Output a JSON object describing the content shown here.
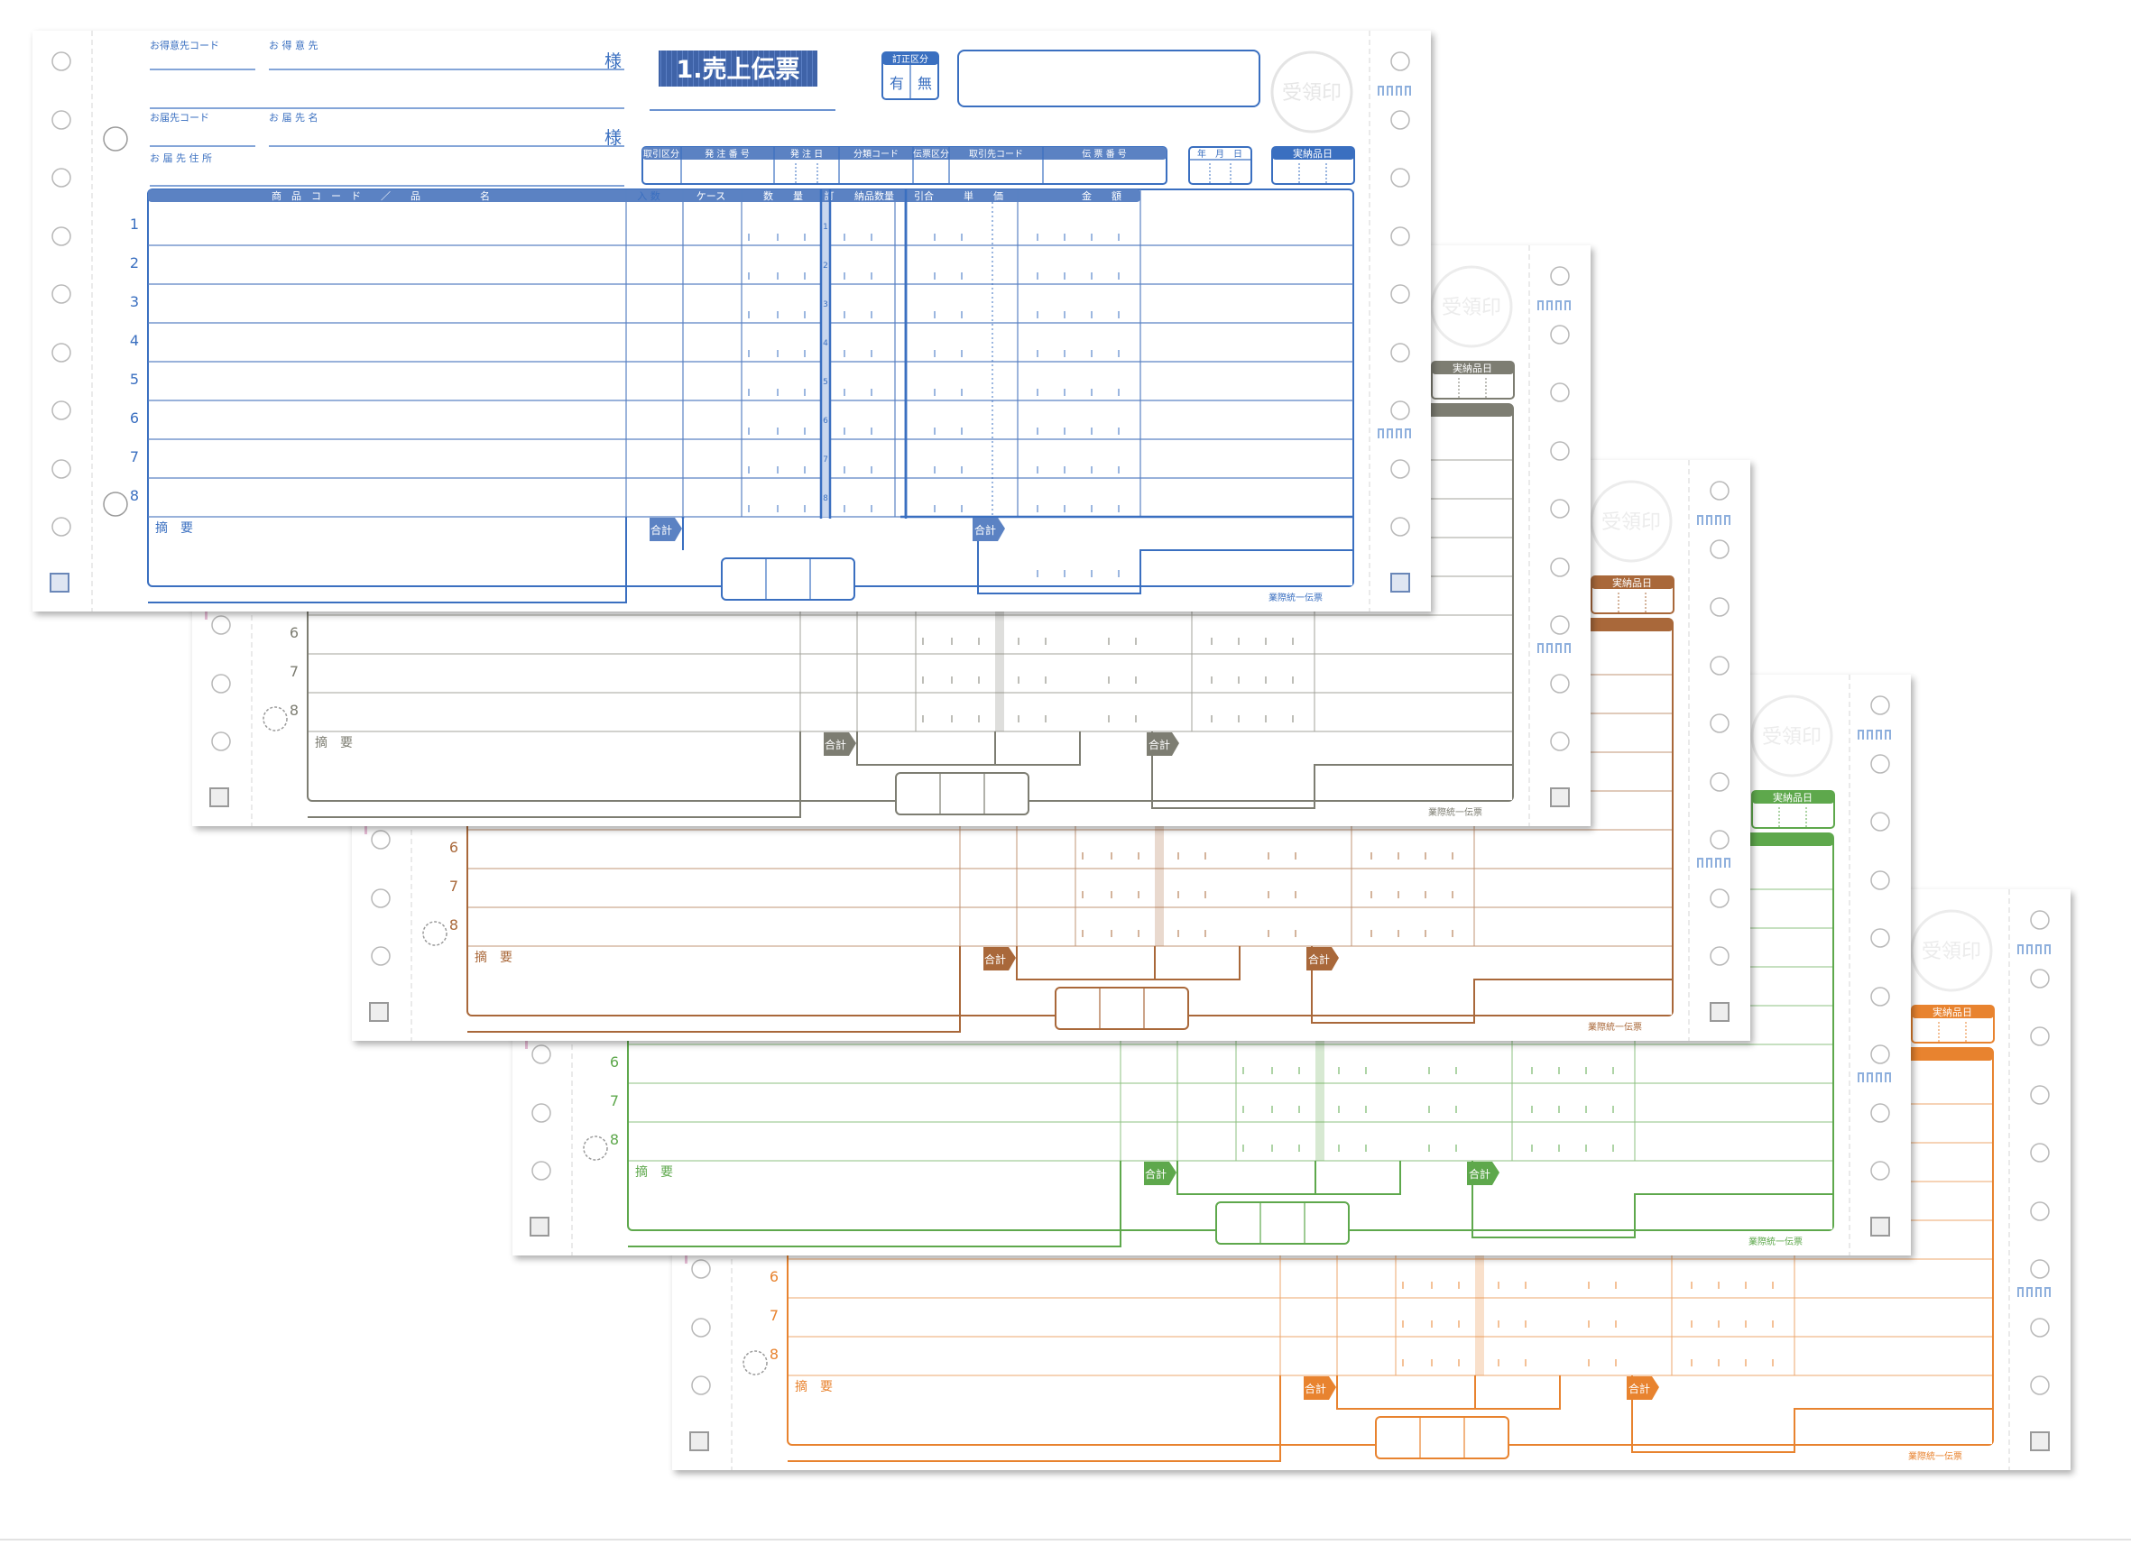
{
  "sheets": [
    {
      "id": "sheet-5",
      "color": "#e8832f",
      "stamp_label": "受領印",
      "delivery_date_label": "実納品日",
      "footer_label": "業際統一伝票",
      "row_numbers": [
        "6",
        "7",
        "8"
      ],
      "memo_label": "摘　要",
      "total_label": "合計"
    },
    {
      "id": "sheet-4",
      "color": "#5ea84c",
      "stamp_label": "受領印",
      "delivery_date_label": "実納品日",
      "footer_label": "業際統一伝票",
      "row_numbers": [
        "6",
        "7",
        "8"
      ],
      "memo_label": "摘　要",
      "total_label": "合計"
    },
    {
      "id": "sheet-3",
      "color": "#a9683a",
      "stamp_label": "受領印",
      "delivery_date_label": "実納品日",
      "footer_label": "業際統一伝票",
      "row_numbers": [
        "6",
        "7",
        "8"
      ],
      "memo_label": "摘　要",
      "total_label": "合計"
    },
    {
      "id": "sheet-2",
      "color": "#7d7d72",
      "stamp_label": "受領印",
      "delivery_date_label": "実納品日",
      "footer_label": "業際統一伝票",
      "row_numbers": [
        "6",
        "7",
        "8"
      ],
      "memo_label": "摘　要",
      "total_label": "合計"
    }
  ],
  "front": {
    "color": "#3a6fc0",
    "header_fill": "#5b82c3",
    "title": "1.売上伝票",
    "customer_code_label": "お得意先コード",
    "customer_label": "お 得 意 先",
    "delivery_code_label": "お届先コード",
    "delivery_name_label": "お 届 先 名",
    "delivery_address_label": "お 届 先 住 所",
    "honorific": "様",
    "correction_label": "訂正区分",
    "correction_yes": "有",
    "correction_no": "無",
    "stamp_label": "受領印",
    "info_headers": [
      "取引区分",
      "発 注 番 号",
      "発 注 日",
      "分類コード",
      "伝票区分",
      "取引先コード",
      "伝 票 番 号"
    ],
    "date_header": "年　月　日",
    "delivery_date_label": "実納品日",
    "grid_headers": [
      "商　品　コ　ー　ド　　／　　品　　　　　　名",
      "入 数",
      "ケース",
      "数　　量",
      "訂",
      "納品数量",
      "引合",
      "単　　価",
      "金　　額"
    ],
    "row_numbers": [
      "1",
      "2",
      "3",
      "4",
      "5",
      "6",
      "7",
      "8"
    ],
    "memo_label": "摘　要",
    "total_label": "合計",
    "footer_label": "業際統一伝票"
  }
}
